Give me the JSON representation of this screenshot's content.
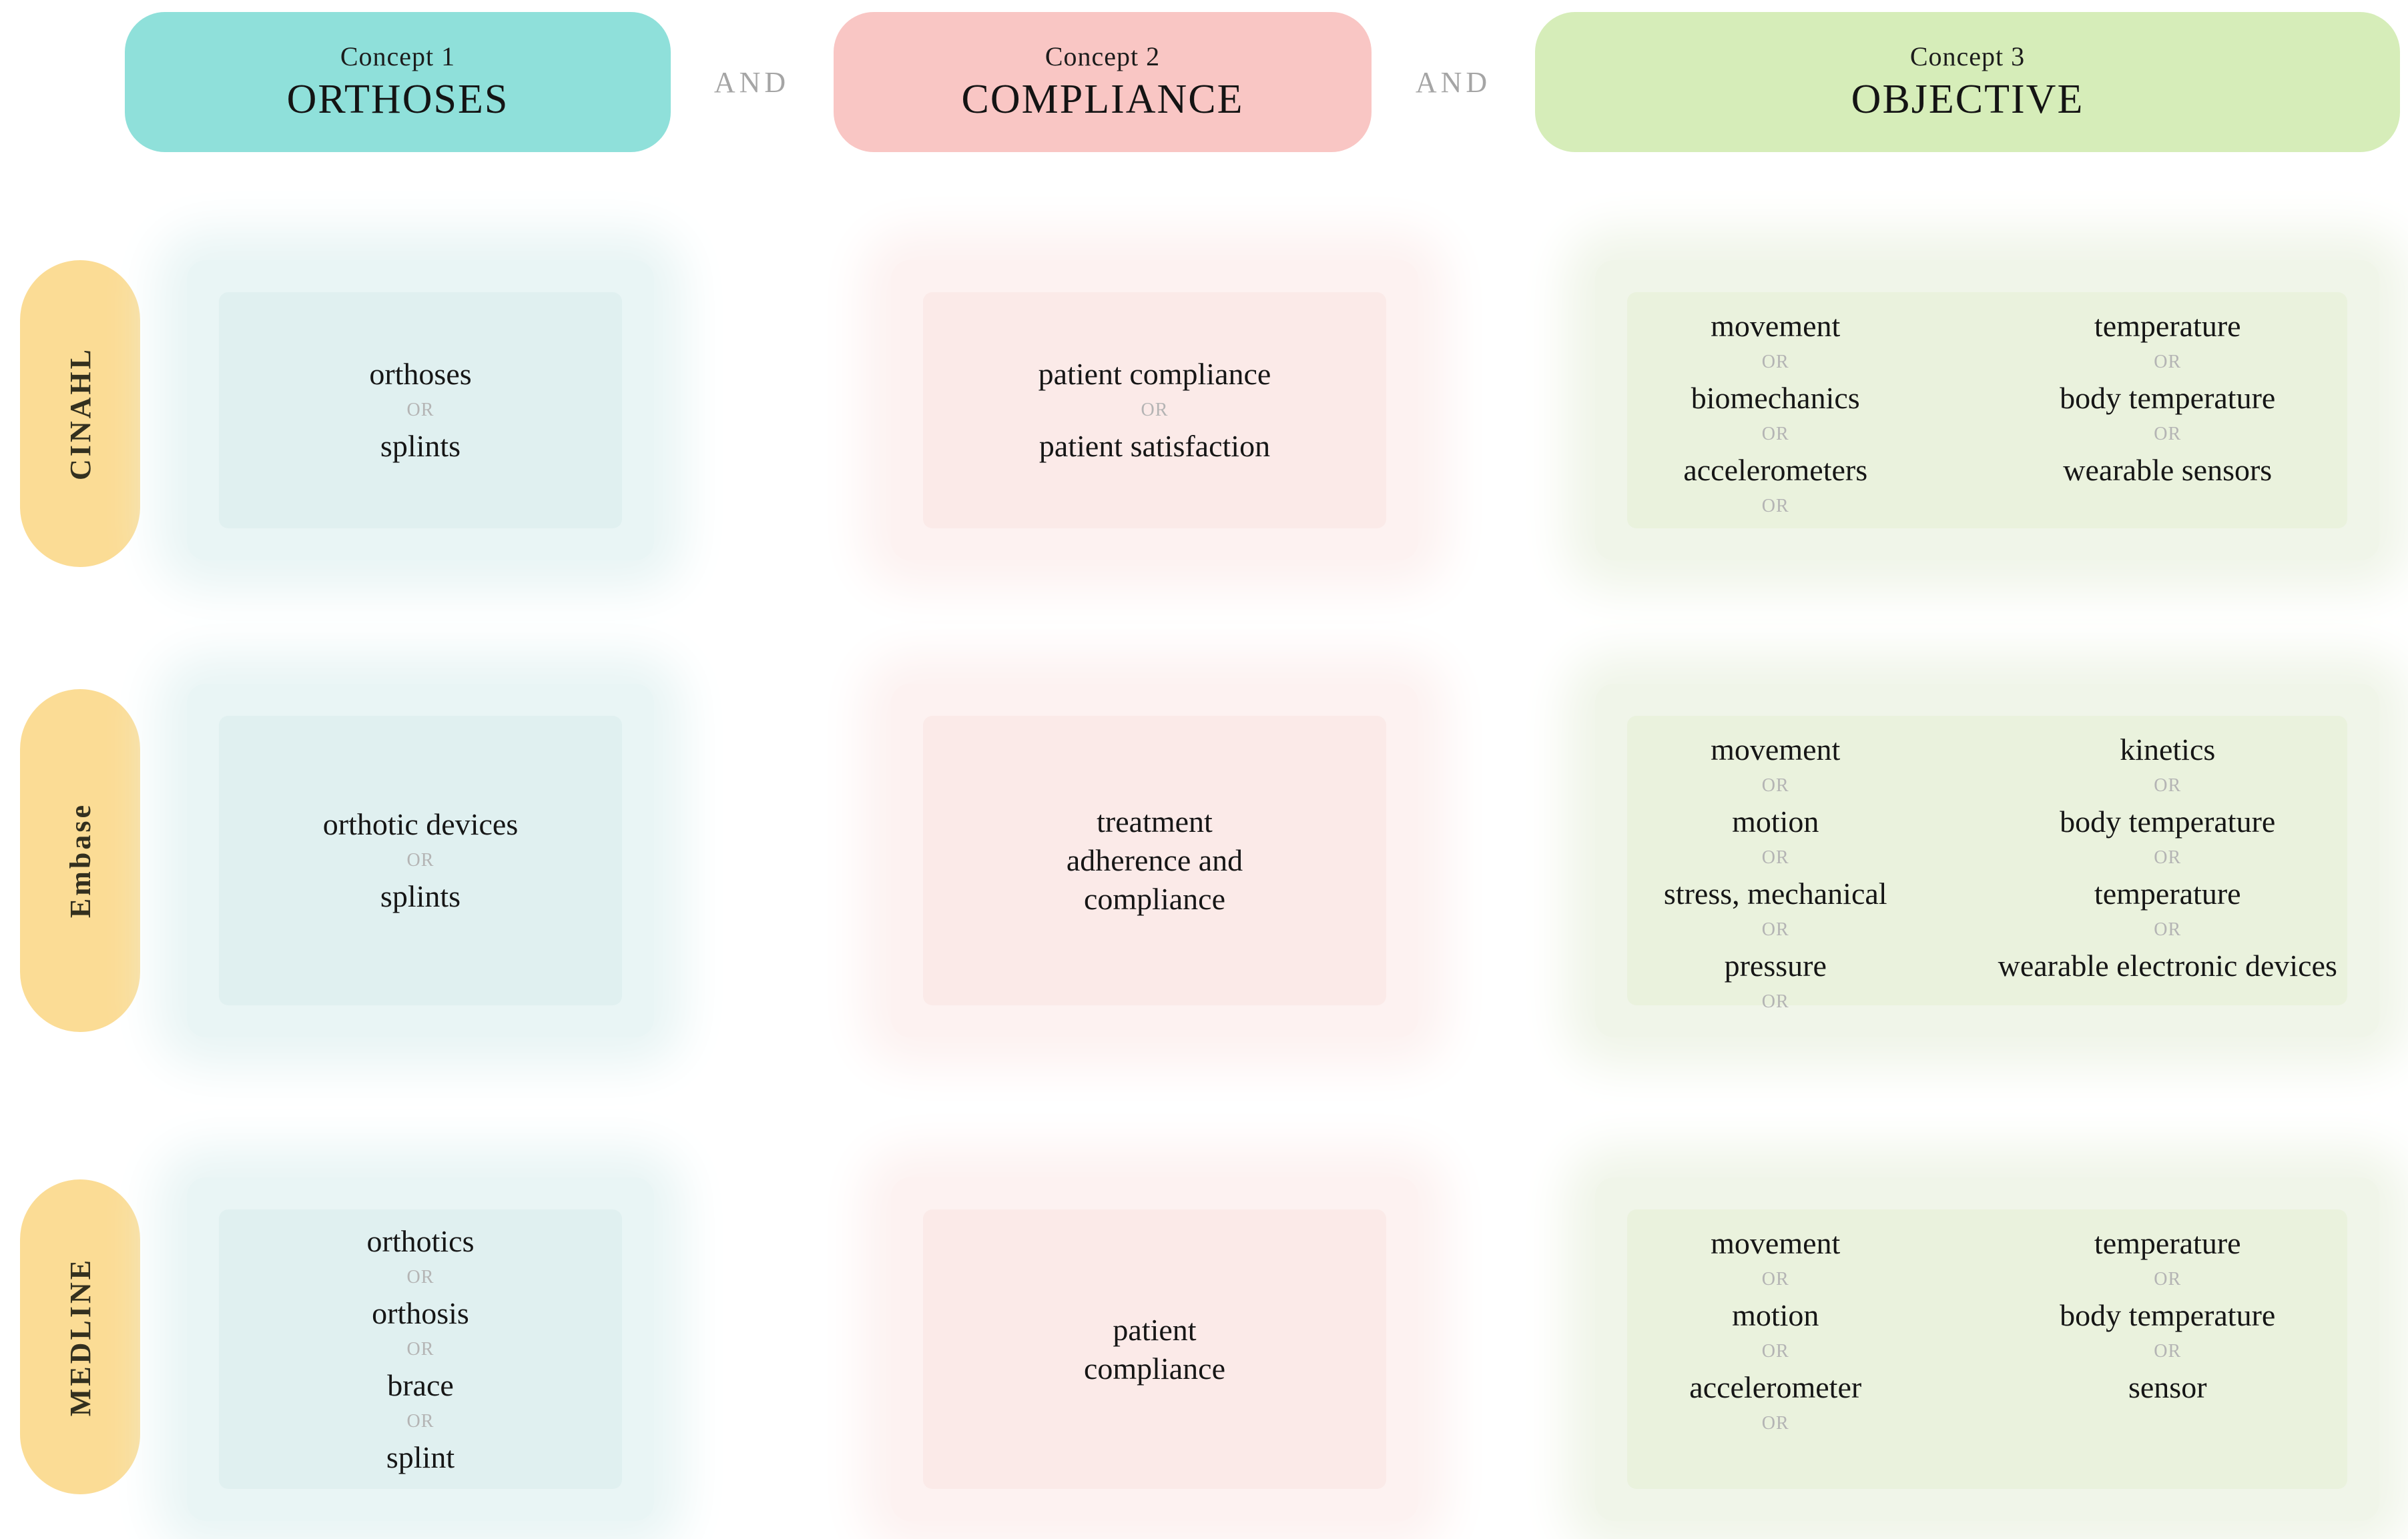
{
  "header": {
    "operator": "AND",
    "concepts": [
      {
        "label": "Concept 1",
        "title": "ORTHOSES",
        "color": "#8fe0da"
      },
      {
        "label": "Concept 2",
        "title": "COMPLIANCE",
        "color": "#f9c6c4"
      },
      {
        "label": "Concept 3",
        "title": "OBJECTIVE",
        "color": "#d6edb9"
      }
    ]
  },
  "colors": {
    "database_pill": "#fbdc95",
    "cell_teal": "#e9f5f5",
    "cell_pink": "#fdf2f1",
    "cell_green": "#f0f5e9",
    "or_text": "#b4b4b4",
    "and_text": "#a5a5a5"
  },
  "rows": [
    {
      "database": "CINAHL",
      "cells": {
        "orthoses": {
          "items": [
            "orthoses",
            "OR",
            "splints"
          ]
        },
        "compliance": {
          "items": [
            "patient compliance",
            "OR",
            "patient satisfaction"
          ]
        },
        "objective": {
          "left": [
            "movement",
            "OR",
            "biomechanics",
            "OR",
            "accelerometers",
            "OR"
          ],
          "right": [
            "temperature",
            "OR",
            "body temperature",
            "OR",
            "wearable sensors"
          ]
        }
      }
    },
    {
      "database": "Embase",
      "cells": {
        "orthoses": {
          "items": [
            "orthotic devices",
            "OR",
            "splints"
          ]
        },
        "compliance": {
          "items": [
            "treatment",
            "adherence and",
            "compliance"
          ]
        },
        "objective": {
          "left": [
            "movement",
            "OR",
            "motion",
            "OR",
            "stress, mechanical",
            "OR",
            "pressure",
            "OR"
          ],
          "right": [
            "kinetics",
            "OR",
            "body temperature",
            "OR",
            "temperature",
            "OR",
            "wearable electronic devices"
          ]
        }
      }
    },
    {
      "database": "MEDLINE",
      "cells": {
        "orthoses": {
          "items": [
            "orthotics",
            "OR",
            "orthosis",
            "OR",
            "brace",
            "OR",
            "splint"
          ]
        },
        "compliance": {
          "items": [
            "patient",
            "compliance"
          ]
        },
        "objective": {
          "left": [
            "movement",
            "OR",
            "motion",
            "OR",
            "accelerometer",
            "OR"
          ],
          "right": [
            "temperature",
            "OR",
            "body temperature",
            "OR",
            "sensor"
          ]
        }
      }
    }
  ]
}
